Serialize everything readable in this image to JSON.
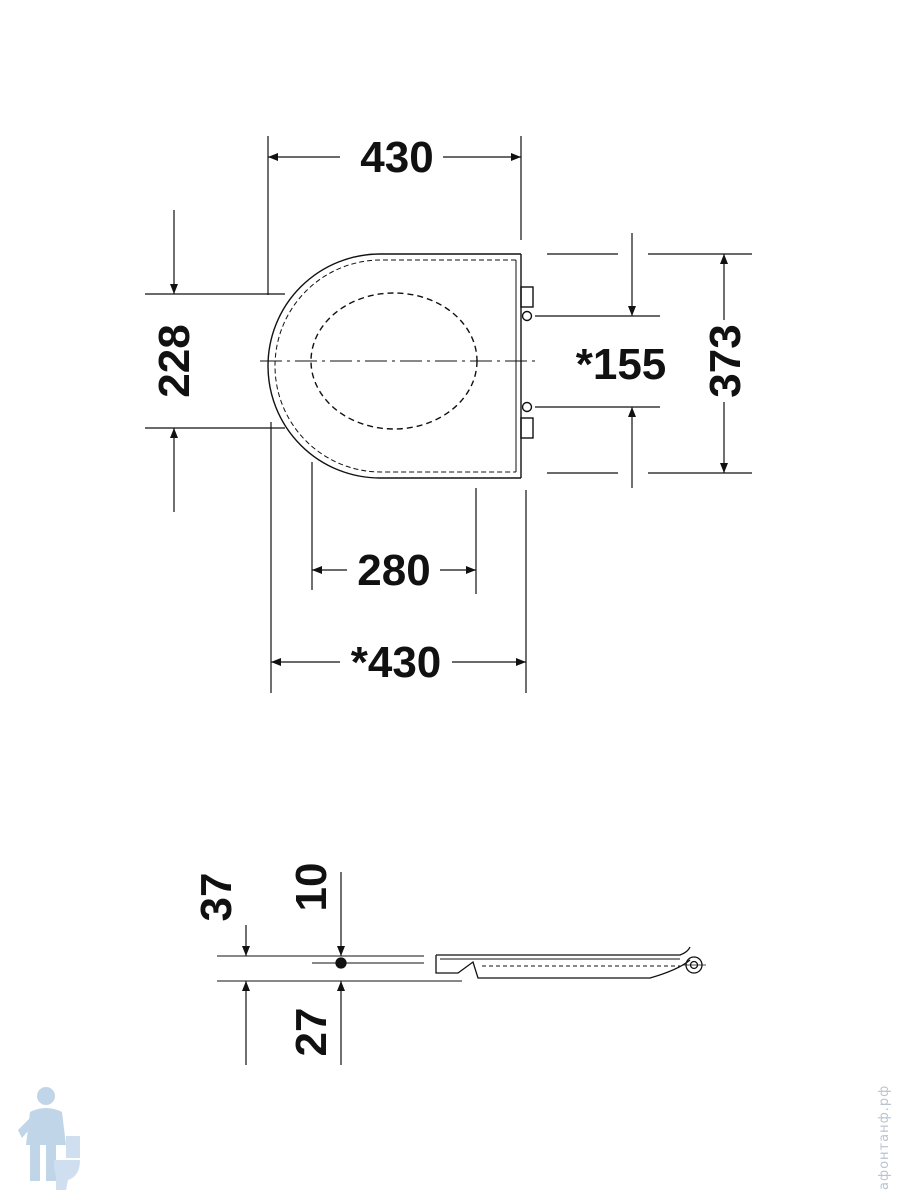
{
  "top_view": {
    "overall_width_top": "430",
    "overall_width_bottom": "*430",
    "inner_width": "280",
    "left_height": "228",
    "hinge_spacing": "*155",
    "overall_length": "373"
  },
  "side_view": {
    "offset_upper": "37",
    "offset_small": "10",
    "offset_lower": "27"
  },
  "watermark": {
    "site": "афонтанф.рф",
    "mascot": "plumber-with-toilet"
  },
  "colors": {
    "line": "#111111",
    "watermark": "#8fb4d8"
  }
}
